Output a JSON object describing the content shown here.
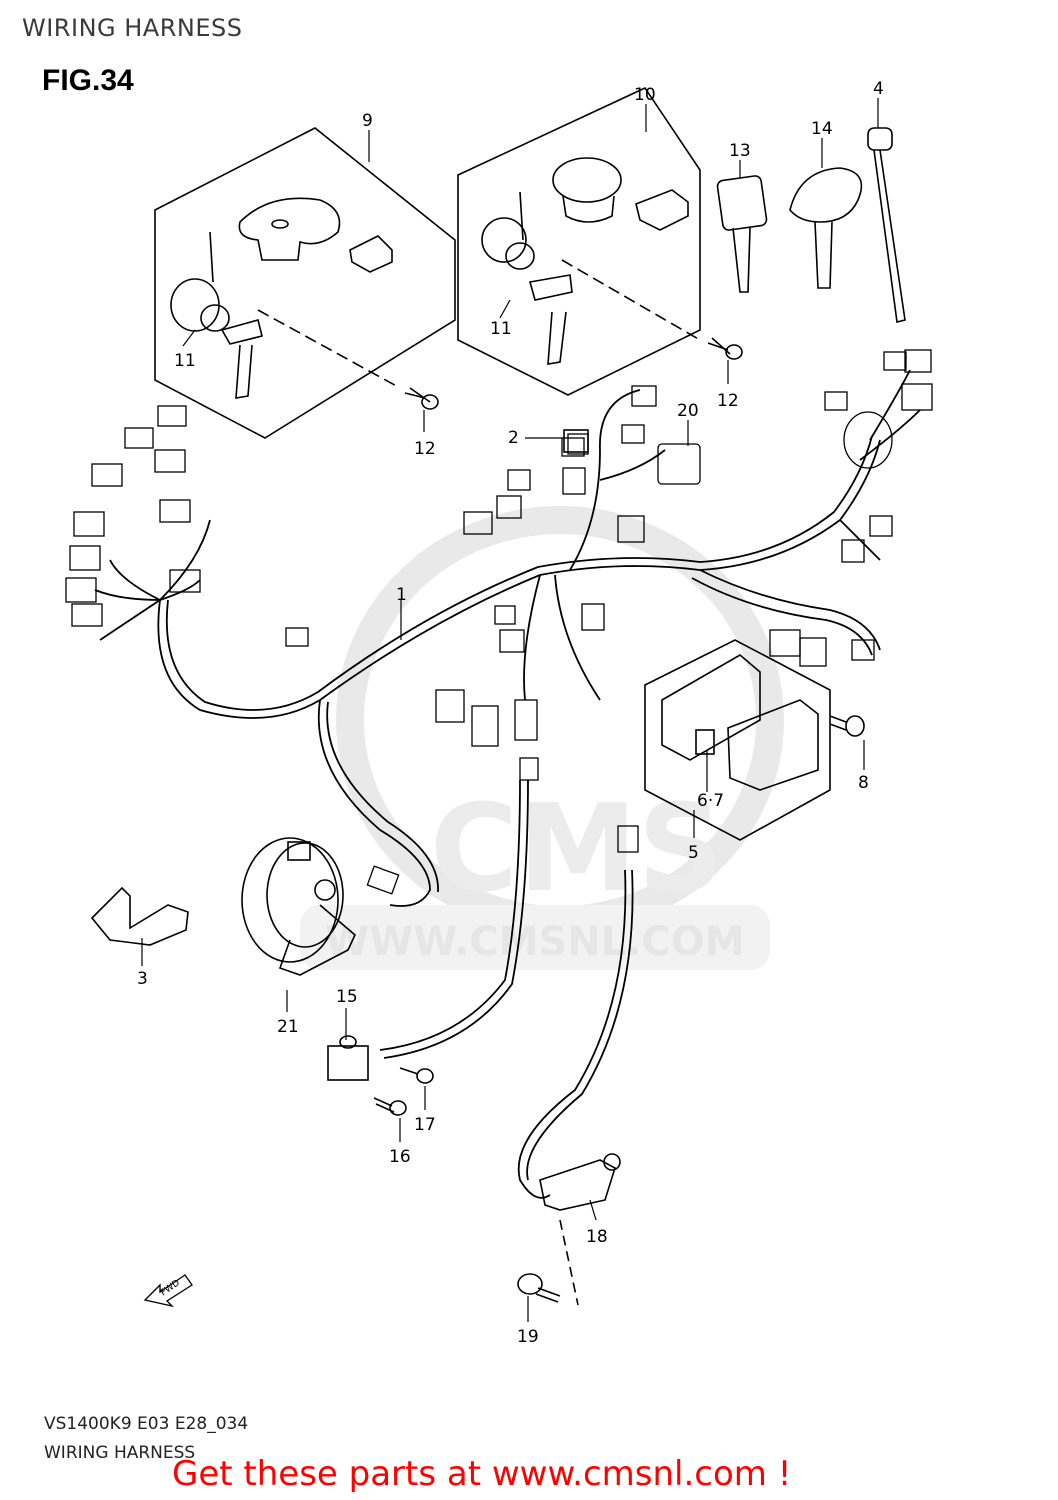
{
  "header": {
    "title": "WIRING HARNESS"
  },
  "figure": {
    "label": "FIG.34"
  },
  "callouts": [
    {
      "id": "c1",
      "text": "1"
    },
    {
      "id": "c2",
      "text": "2"
    },
    {
      "id": "c3",
      "text": "3"
    },
    {
      "id": "c4",
      "text": "4"
    },
    {
      "id": "c5",
      "text": "5"
    },
    {
      "id": "c67",
      "text": "6·7"
    },
    {
      "id": "c8",
      "text": "8"
    },
    {
      "id": "c9",
      "text": "9"
    },
    {
      "id": "c10",
      "text": "10"
    },
    {
      "id": "c11a",
      "text": "11"
    },
    {
      "id": "c11b",
      "text": "11"
    },
    {
      "id": "c12a",
      "text": "12"
    },
    {
      "id": "c12b",
      "text": "12"
    },
    {
      "id": "c13",
      "text": "13"
    },
    {
      "id": "c14",
      "text": "14"
    },
    {
      "id": "c15",
      "text": "15"
    },
    {
      "id": "c16",
      "text": "16"
    },
    {
      "id": "c17",
      "text": "17"
    },
    {
      "id": "c18",
      "text": "18"
    },
    {
      "id": "c19",
      "text": "19"
    },
    {
      "id": "c20",
      "text": "20"
    },
    {
      "id": "c21",
      "text": "21"
    }
  ],
  "fwd_label": "FWD",
  "watermark": {
    "brand": "CMS",
    "url": "WWW.CMSNL.COM"
  },
  "footer": {
    "code": "VS1400K9 E03 E28_034",
    "title": "WIRING HARNESS",
    "cta": "Get these parts at www.cmsnl.com !"
  }
}
